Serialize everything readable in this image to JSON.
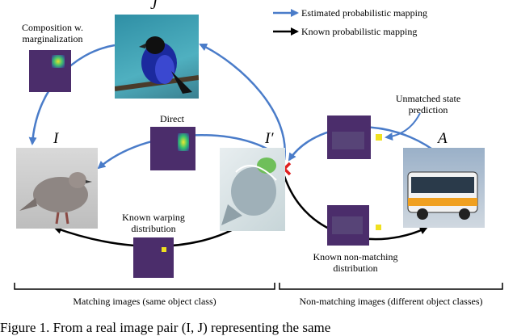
{
  "legend": {
    "estimated": "Estimated probabilistic mapping",
    "known": "Known probabilistic mapping"
  },
  "labels": {
    "J": "J",
    "I": "I",
    "I_prime": "I′",
    "A": "A"
  },
  "annotations": {
    "composition_line1": "Composition w.",
    "composition_line2": "marginalization",
    "direct": "Direct",
    "unmatched_line1": "Unmatched state",
    "unmatched_line2": "prediction",
    "known_warping_line1": "Known warping",
    "known_warping_line2": "distribution",
    "known_nonmatching_line1": "Known non-matching",
    "known_nonmatching_line2": "distribution"
  },
  "brackets": {
    "matching": "Matching images (same object class)",
    "nonmatching": "Non-matching images (different object classes)"
  },
  "caption": "Figure 1.  From a real image pair (I, J) representing the same",
  "colors": {
    "estimated_arrow": "#4a7cc9",
    "known_arrow": "#000000",
    "heatmap_bg": "#4b2d6b",
    "marker": "#e02020"
  }
}
